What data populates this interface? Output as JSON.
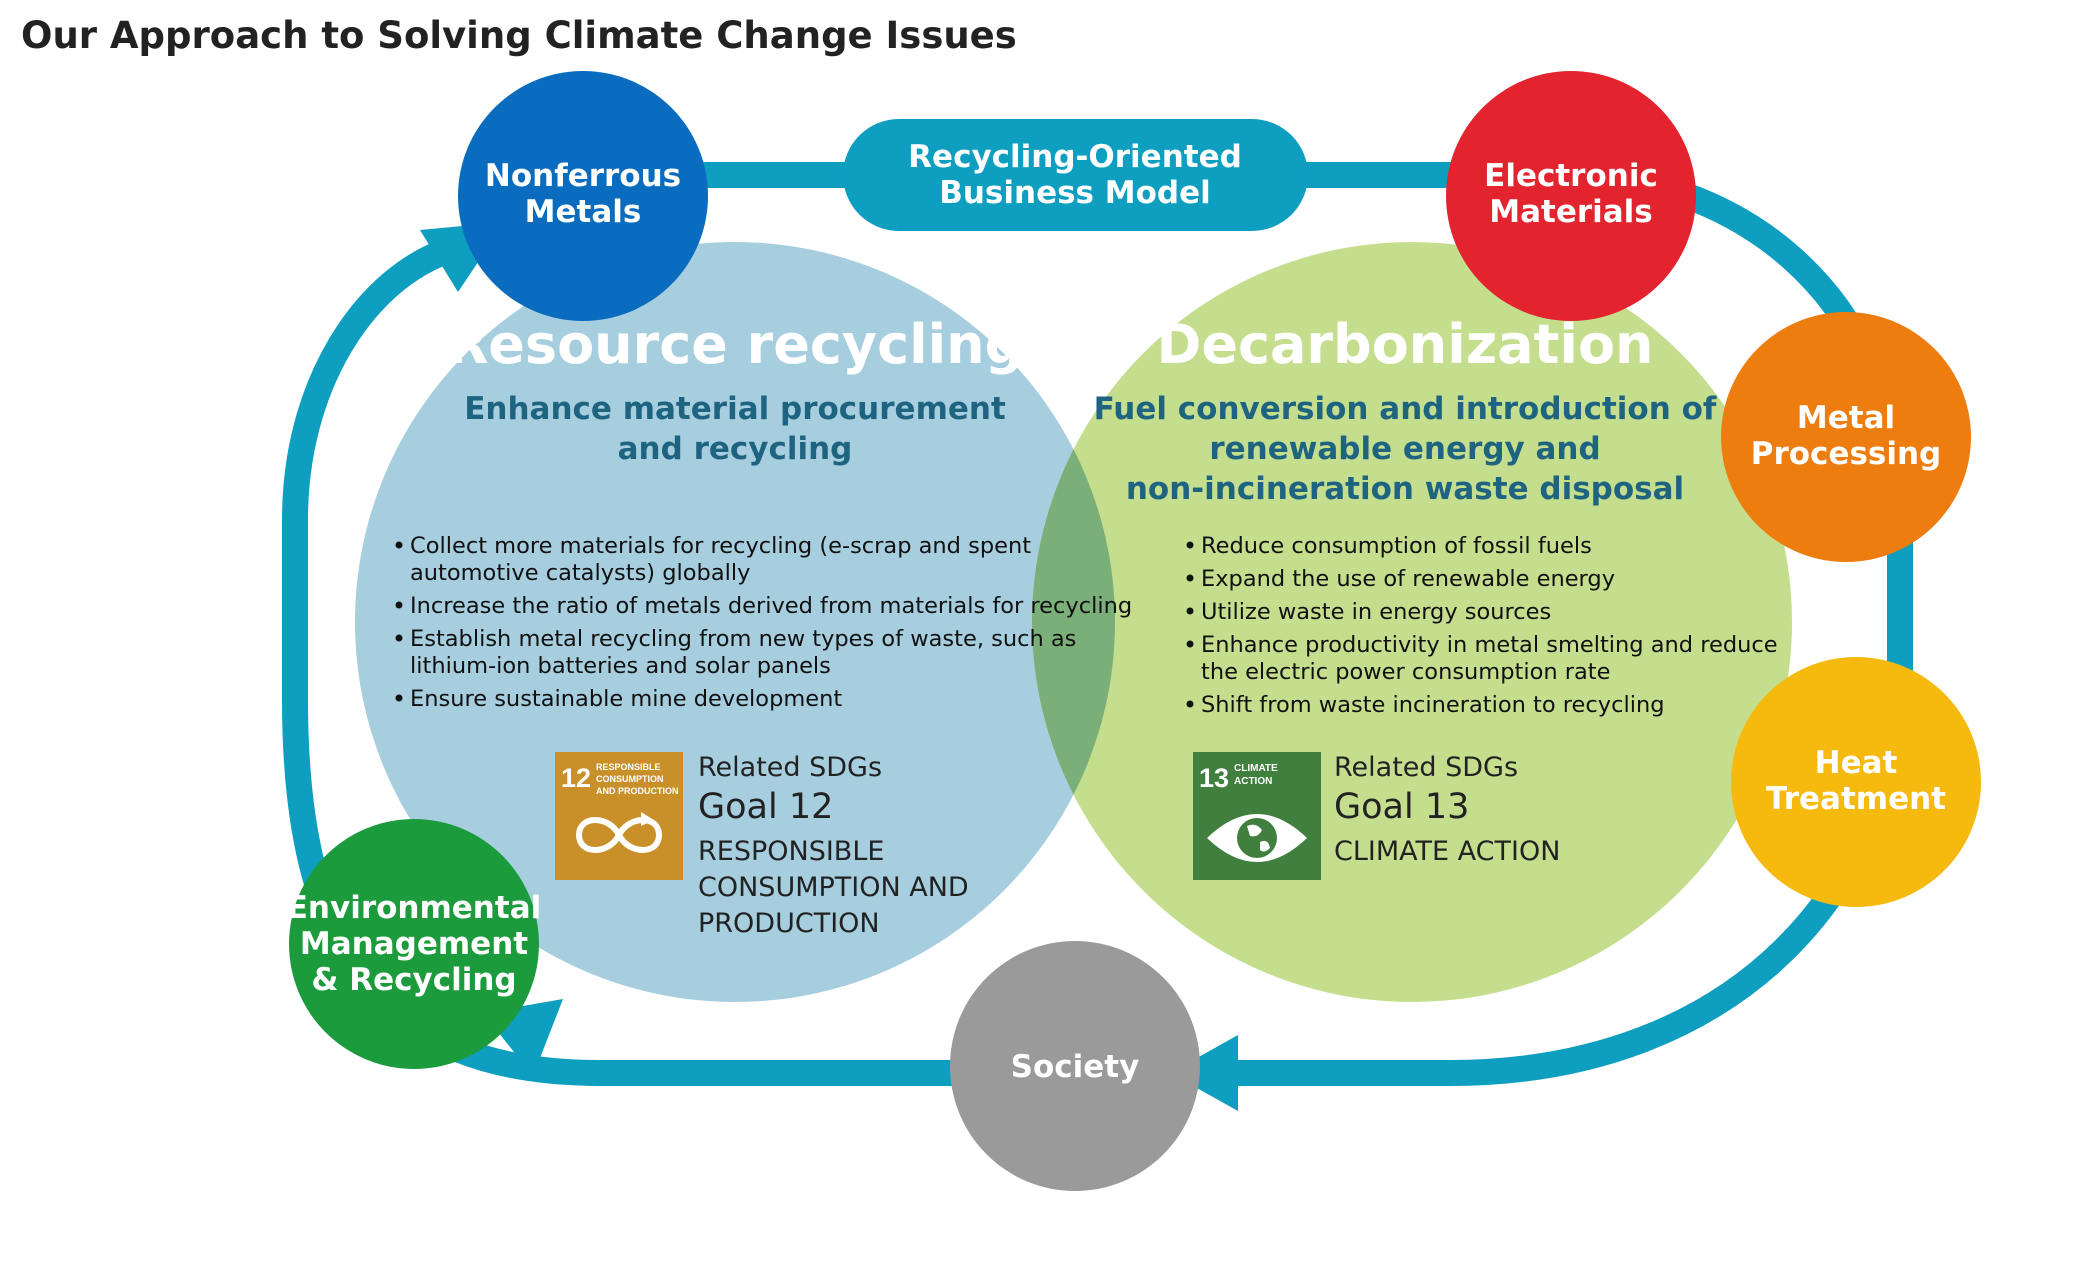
{
  "page_title": "Our Approach to Solving Climate Change Issues",
  "business_model_label": [
    "Recycling-Oriented",
    "Business Model"
  ],
  "nodes": {
    "nonferrous": {
      "label": [
        "Nonferrous",
        "Metals"
      ],
      "color": "#0a6cbf"
    },
    "electronic": {
      "label": [
        "Electronic",
        "Materials"
      ],
      "color": "#e3232d"
    },
    "metal_processing": {
      "label": [
        "Metal",
        "Processing"
      ],
      "color": "#ee7d10"
    },
    "heat_treatment": {
      "label": [
        "Heat",
        "Treatment"
      ],
      "color": "#f6b90e"
    },
    "society": {
      "label": [
        "Society"
      ],
      "color": "#9a9a9a"
    },
    "environmental": {
      "label": [
        "Environmental",
        "Management",
        "& Recycling"
      ],
      "color": "#1c9b3c"
    }
  },
  "resource": {
    "title": "Resource recycling",
    "subtitle": [
      "Enhance material procurement",
      "and recycling"
    ],
    "bullets": [
      [
        "Collect more materials for recycling (e-scrap and spent",
        "automotive catalysts) globally"
      ],
      [
        "Increase the ratio of metals derived from materials for recycling"
      ],
      [
        "Establish metal recycling from new types of waste, such as",
        "lithium-ion batteries and solar panels"
      ],
      [
        "Ensure sustainable mine development"
      ]
    ],
    "sdg": {
      "related": "Related SDGs",
      "goal": "Goal 12",
      "name": [
        "RESPONSIBLE",
        "CONSUMPTION AND",
        "PRODUCTION"
      ],
      "icon_number": "12",
      "icon_text": [
        "RESPONSIBLE",
        "CONSUMPTION",
        "AND PRODUCTION"
      ],
      "icon_color": "#c9902a"
    }
  },
  "decarb": {
    "title": "Decarbonization",
    "subtitle": [
      "Fuel conversion and introduction of",
      "renewable energy and",
      "non-incineration waste disposal"
    ],
    "bullets": [
      [
        "Reduce consumption of fossil fuels"
      ],
      [
        "Expand the use of renewable energy"
      ],
      [
        "Utilize waste in energy sources"
      ],
      [
        "Enhance productivity in metal smelting and reduce",
        "the electric power consumption rate"
      ],
      [
        "Shift from waste incineration to recycling"
      ]
    ],
    "sdg": {
      "related": "Related SDGs",
      "goal": "Goal 13",
      "name": [
        "CLIMATE ACTION"
      ],
      "icon_number": "13",
      "icon_text": [
        "CLIMATE",
        "ACTION"
      ],
      "icon_color": "#407f3e"
    }
  },
  "colors": {
    "loop": "#0d9ec0",
    "resource_circle": "#a6cedf",
    "decarb_circle": "#c5de8e",
    "overlap": "#7aaf7a",
    "subtitle_text": "#1e6380"
  }
}
